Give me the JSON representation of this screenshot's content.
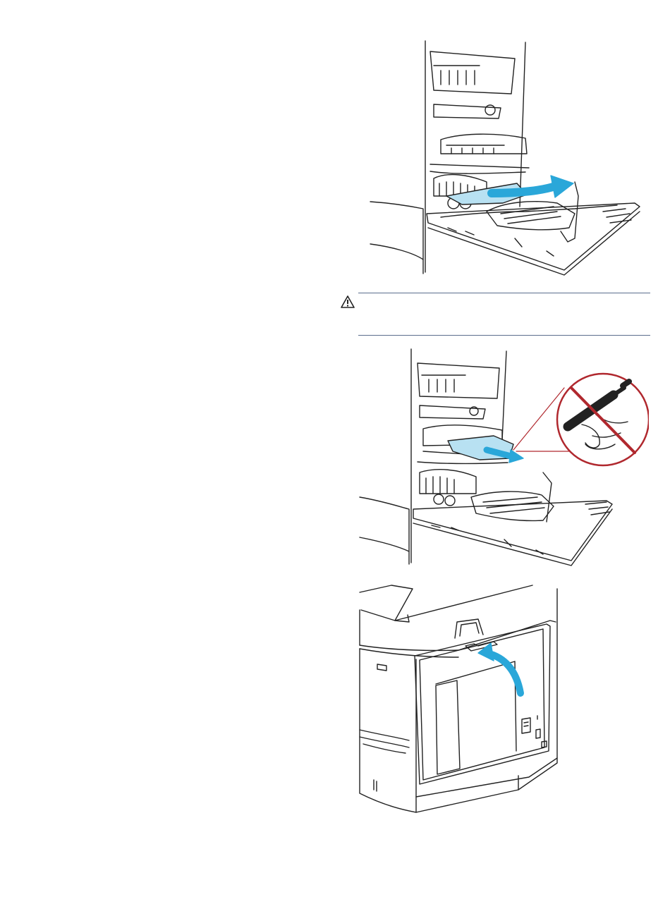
{
  "page": {
    "background": "#ffffff"
  },
  "caution": {
    "icon": "warning-triangle-icon",
    "rule_color": "#5a6e8c",
    "text": ""
  },
  "figures": [
    {
      "name": "remove-jam-from-right-door-figure",
      "arrow_color": "#2aa7d9",
      "paper_color": "#b8e1f2"
    },
    {
      "name": "do-not-use-tools-figure",
      "prohibition_color": "#b0282e"
    },
    {
      "name": "close-right-door-figure",
      "arrow_color": "#2aa7d9"
    }
  ]
}
